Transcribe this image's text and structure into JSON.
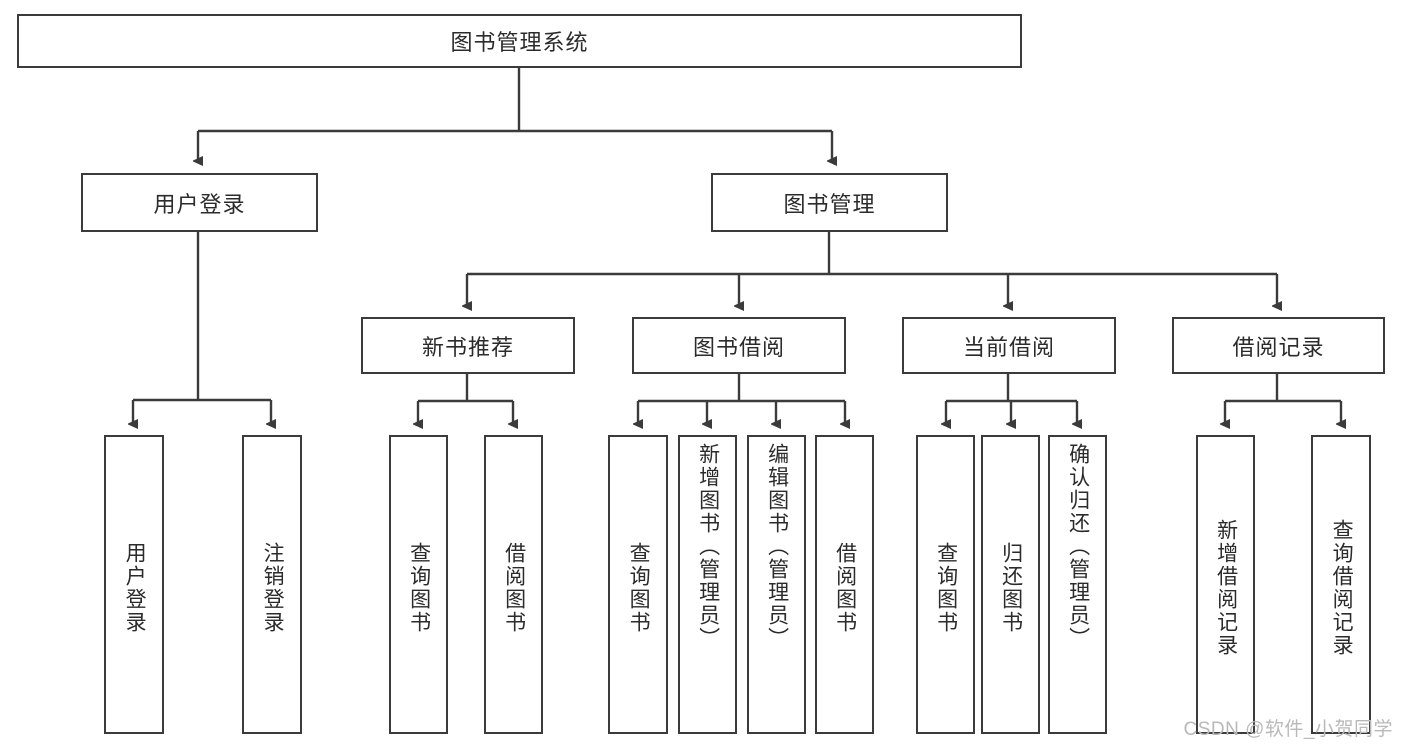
{
  "diagram": {
    "type": "tree",
    "title": "图书管理系统",
    "root": {
      "label": "图书管理系统"
    },
    "level2": [
      {
        "id": "user-login",
        "label": "用户登录"
      },
      {
        "id": "book-manage",
        "label": "图书管理"
      }
    ],
    "level3": [
      {
        "id": "new-book-recommend",
        "label": "新书推荐",
        "parent": "book-manage"
      },
      {
        "id": "book-borrow",
        "label": "图书借阅",
        "parent": "book-manage"
      },
      {
        "id": "current-borrow",
        "label": "当前借阅",
        "parent": "book-manage"
      },
      {
        "id": "borrow-record",
        "label": "借阅记录",
        "parent": "book-manage"
      }
    ],
    "leaves": {
      "user-login": [
        {
          "id": "leaf-user-login",
          "label": "用户登录"
        },
        {
          "id": "leaf-user-logout",
          "label": "注销登录"
        }
      ],
      "new-book-recommend": [
        {
          "id": "leaf-query-book-1",
          "label": "查询图书"
        },
        {
          "id": "leaf-borrow-book-1",
          "label": "借阅图书"
        }
      ],
      "book-borrow": [
        {
          "id": "leaf-query-book-2",
          "label": "查询图书"
        },
        {
          "id": "leaf-add-book",
          "label": "新增图书（管理员）"
        },
        {
          "id": "leaf-edit-book",
          "label": "编辑图书（管理员）"
        },
        {
          "id": "leaf-borrow-book-2",
          "label": "借阅图书"
        }
      ],
      "current-borrow": [
        {
          "id": "leaf-query-book-3",
          "label": "查询图书"
        },
        {
          "id": "leaf-return-book",
          "label": "归还图书"
        },
        {
          "id": "leaf-confirm-return",
          "label": "确认归还（管理员）"
        }
      ],
      "borrow-record": [
        {
          "id": "leaf-add-record",
          "label": "新增借阅记录"
        },
        {
          "id": "leaf-query-record",
          "label": "查询借阅记录"
        }
      ]
    }
  },
  "watermark": {
    "text": "CSDN @软件_小贺同学"
  },
  "colors": {
    "border": "#3b3b3b",
    "text": "#2b2b2b",
    "background": "#ffffff",
    "watermark": "#b9b9b9"
  }
}
